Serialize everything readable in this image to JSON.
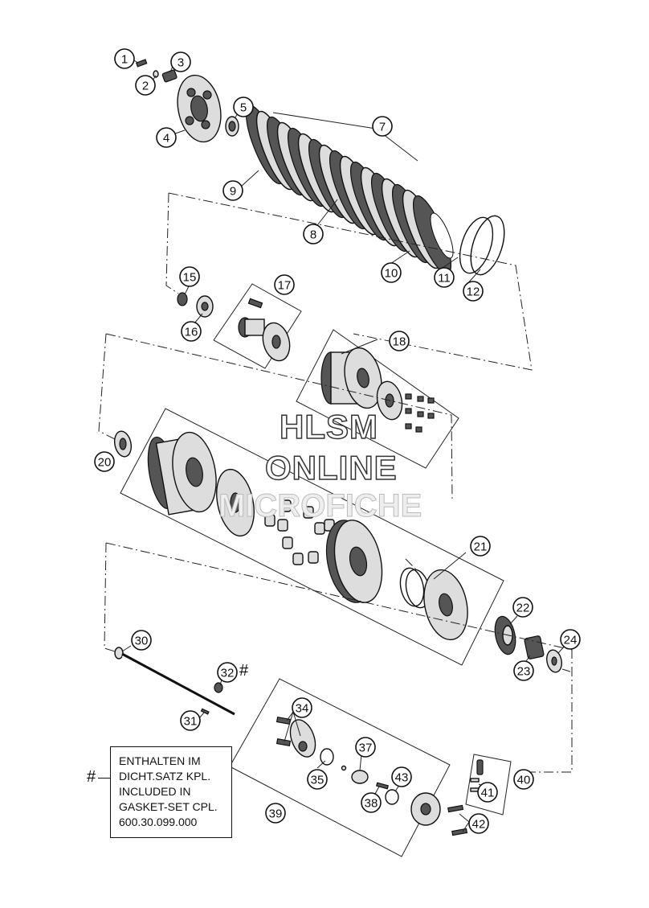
{
  "callouts": [
    "1",
    "2",
    "3",
    "4",
    "5",
    "7",
    "9",
    "8",
    "10",
    "11",
    "12",
    "15",
    "16",
    "17",
    "18",
    "20",
    "21",
    "22",
    "23",
    "24",
    "30",
    "32",
    "31",
    "34",
    "37",
    "35",
    "43",
    "38",
    "39",
    "40",
    "41",
    "42"
  ],
  "marks": {
    "gasket_mark": "#"
  },
  "note": {
    "hash": "#",
    "lines": [
      "ENTHALTEN IM",
      "DICHT.SATZ KPL.",
      "INCLUDED IN",
      "GASKET-SET CPL.",
      "600.30.099.000"
    ]
  },
  "watermark": {
    "line1": "HLSM",
    "line2": "ONLINE",
    "line3": "MICROFICHE"
  }
}
